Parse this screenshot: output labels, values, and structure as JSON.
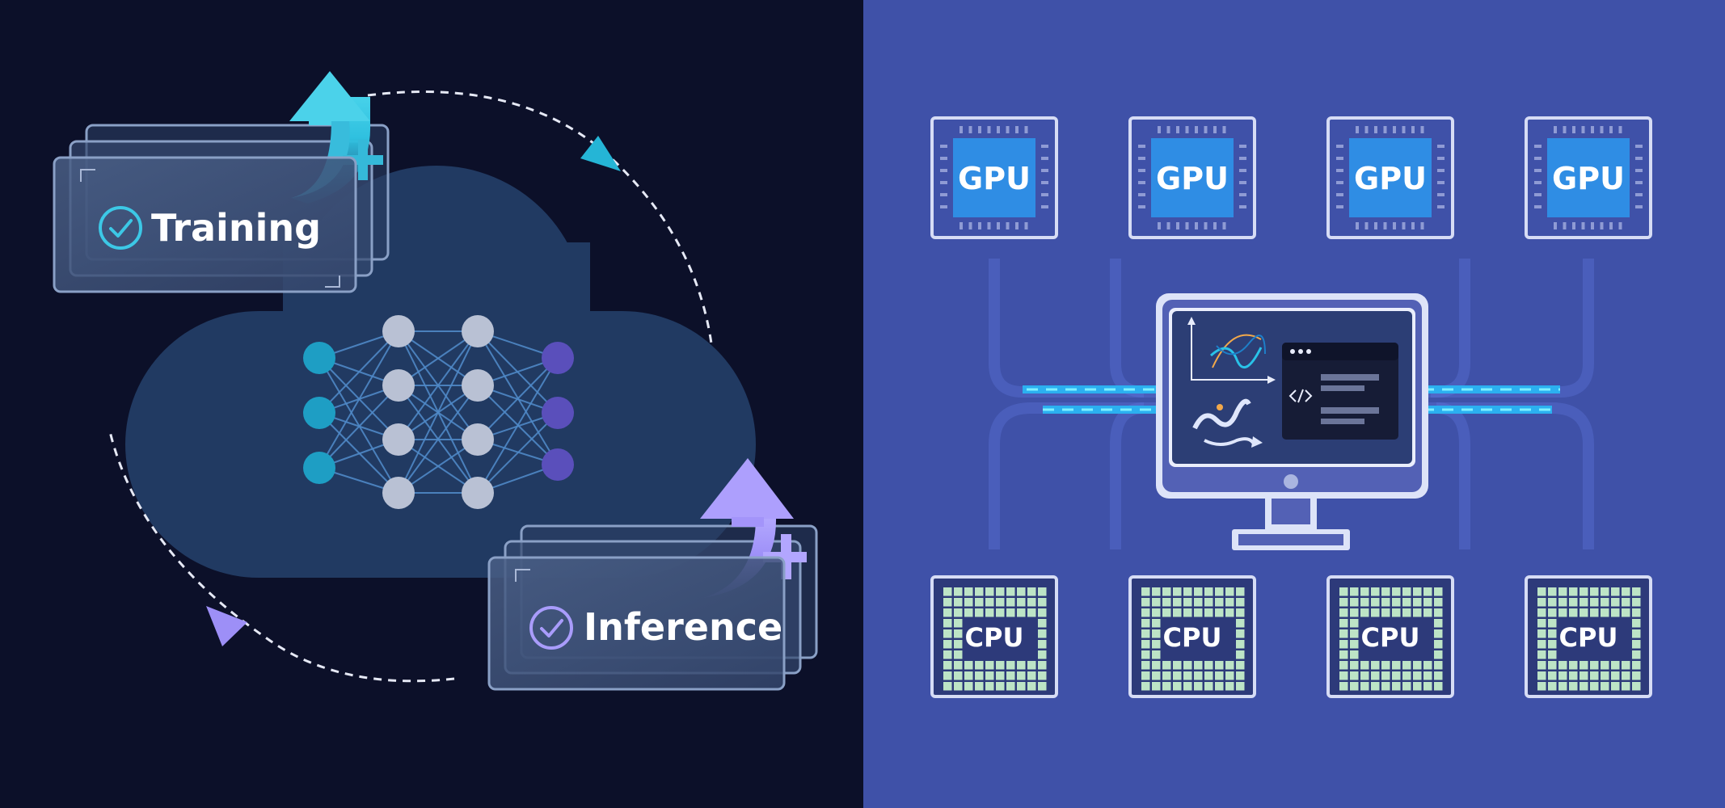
{
  "left_panel": {
    "training_label": "Training",
    "inference_label": "Inference"
  },
  "right_panel": {
    "gpu_chips": [
      {
        "label": "GPU"
      },
      {
        "label": "GPU"
      },
      {
        "label": "GPU"
      },
      {
        "label": "GPU"
      }
    ],
    "cpu_chips": [
      {
        "label": "CPU"
      },
      {
        "label": "CPU"
      },
      {
        "label": "CPU"
      },
      {
        "label": "CPU"
      }
    ]
  },
  "colors": {
    "left_bg": "#0c1029",
    "right_bg": "#3f51a8",
    "cloud": "#213a62",
    "training_accent": "#3cc8e6",
    "inference_accent": "#a99cfb",
    "gpu_blue": "#2f8de4",
    "cpu_green": "#bde4c6",
    "network_input": "#1e9ec4",
    "network_hidden": "#b9c1d4",
    "network_output": "#5a4fbb"
  },
  "icons": {
    "training": "check-circle-icon",
    "inference": "check-circle-icon",
    "monitor_code": "code-brackets-icon"
  }
}
